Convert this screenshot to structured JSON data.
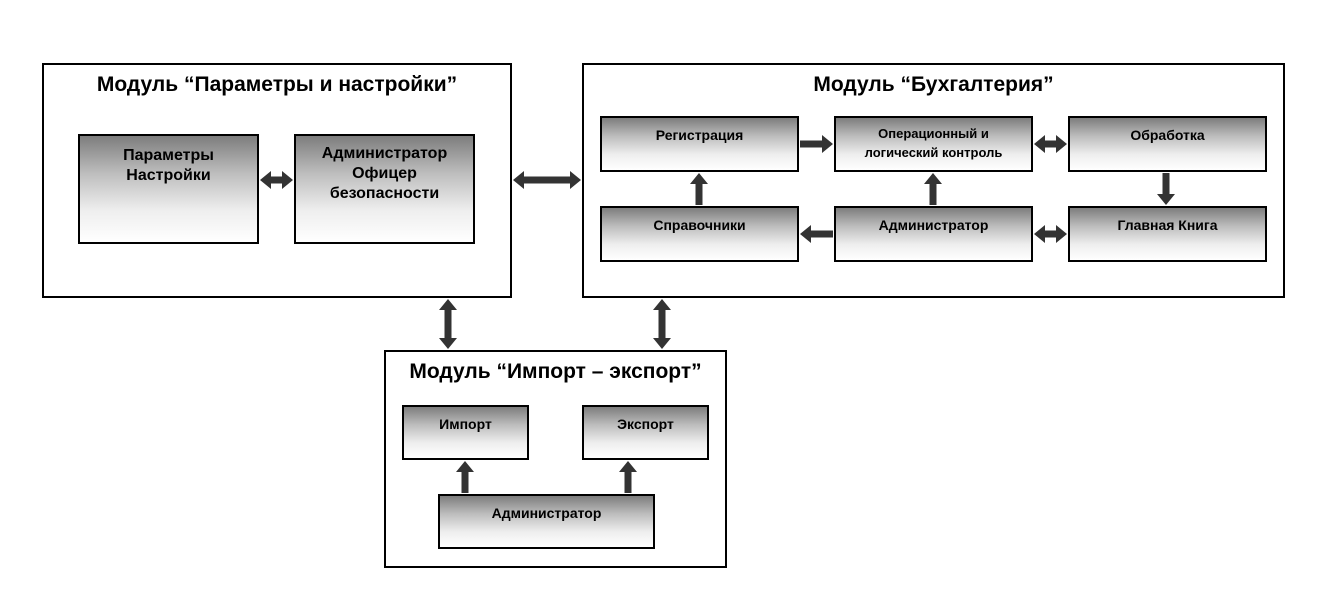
{
  "modules": {
    "settings": {
      "title": "Модуль “Параметры и настройки”",
      "params": {
        "line1": "Параметры",
        "line2": "Настройки"
      },
      "admin": {
        "line1": "Администратор",
        "line2": "Офицер",
        "line3": "безопасности"
      }
    },
    "accounting": {
      "title": "Модуль “Бухгалтерия”",
      "registration": "Регистрация",
      "control": {
        "line1": "Операционный и",
        "line2": "логический контроль"
      },
      "processing": "Обработка",
      "references": "Справочники",
      "admin": "Администратор",
      "ledger": "Главная Книга"
    },
    "import_export": {
      "title": "Модуль “Импорт – экспорт”",
      "import": "Импорт",
      "export": "Экспорт",
      "admin": "Администратор"
    }
  },
  "colors": {
    "arrow": "#333333",
    "border": "#000000"
  }
}
